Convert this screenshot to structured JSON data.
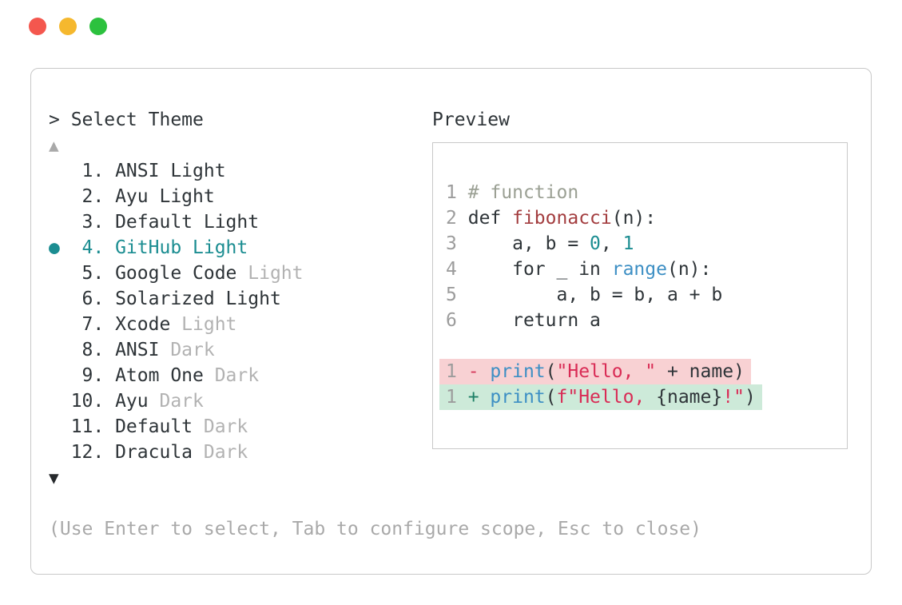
{
  "window": {
    "traffic_lights": [
      {
        "name": "close",
        "color": "#f4574e"
      },
      {
        "name": "minimize",
        "color": "#f5b82e"
      },
      {
        "name": "zoom",
        "color": "#2cc13e"
      }
    ]
  },
  "theme_picker": {
    "prompt": "> Select Theme",
    "scroll_up_icon": "▲",
    "scroll_down_icon": "▼",
    "selected_bullet_icon": "●",
    "items": [
      {
        "number": 1,
        "name": "ANSI Light",
        "suffix": "",
        "selected": false
      },
      {
        "number": 2,
        "name": "Ayu Light",
        "suffix": "",
        "selected": false
      },
      {
        "number": 3,
        "name": "Default Light",
        "suffix": "",
        "selected": false
      },
      {
        "number": 4,
        "name": "GitHub Light",
        "suffix": "",
        "selected": true
      },
      {
        "number": 5,
        "name": "Google Code",
        "suffix": "Light",
        "selected": false
      },
      {
        "number": 6,
        "name": "Solarized Light",
        "suffix": "",
        "selected": false
      },
      {
        "number": 7,
        "name": "Xcode",
        "suffix": "Light",
        "selected": false
      },
      {
        "number": 8,
        "name": "ANSI",
        "suffix": "Dark",
        "selected": false
      },
      {
        "number": 9,
        "name": "Atom One",
        "suffix": "Dark",
        "selected": false
      },
      {
        "number": 10,
        "name": "Ayu",
        "suffix": "Dark",
        "selected": false
      },
      {
        "number": 11,
        "name": "Default",
        "suffix": "Dark",
        "selected": false
      },
      {
        "number": 12,
        "name": "Dracula",
        "suffix": "Dark",
        "selected": false
      }
    ],
    "hint": "(Use Enter to select, Tab to configure scope, Esc to close)"
  },
  "preview": {
    "title": "Preview",
    "code_lines": [
      {
        "num": "1",
        "diff": null,
        "sign": null,
        "tokens": [
          [
            "comment",
            "# function"
          ]
        ]
      },
      {
        "num": "2",
        "diff": null,
        "sign": null,
        "tokens": [
          [
            "text",
            "def "
          ],
          [
            "funcname",
            "fibonacci"
          ],
          [
            "text",
            "(n):"
          ]
        ]
      },
      {
        "num": "3",
        "diff": null,
        "sign": null,
        "tokens": [
          [
            "text",
            "    a, b = "
          ],
          [
            "number",
            "0"
          ],
          [
            "text",
            ", "
          ],
          [
            "number",
            "1"
          ]
        ]
      },
      {
        "num": "4",
        "diff": null,
        "sign": null,
        "tokens": [
          [
            "text",
            "    for _ in "
          ],
          [
            "builtin",
            "range"
          ],
          [
            "text",
            "(n):"
          ]
        ]
      },
      {
        "num": "5",
        "diff": null,
        "sign": null,
        "tokens": [
          [
            "text",
            "        a, b = b, a + b"
          ]
        ]
      },
      {
        "num": "6",
        "diff": null,
        "sign": null,
        "tokens": [
          [
            "text",
            "    return a"
          ]
        ]
      },
      {
        "num": "",
        "diff": null,
        "sign": null,
        "tokens": []
      },
      {
        "num": "1",
        "diff": "removed",
        "sign": "-",
        "tokens": [
          [
            "builtin",
            "print"
          ],
          [
            "text",
            "("
          ],
          [
            "string",
            "\"Hello, \""
          ],
          [
            "text",
            " + name)"
          ]
        ]
      },
      {
        "num": "1",
        "diff": "added",
        "sign": "+",
        "tokens": [
          [
            "builtin",
            "print"
          ],
          [
            "text",
            "("
          ],
          [
            "string",
            "f\"Hello, "
          ],
          [
            "text",
            "{name}"
          ],
          [
            "string",
            "!\""
          ],
          [
            "text",
            ")"
          ]
        ]
      }
    ]
  },
  "colors": {
    "selected_teal": "#1b8d91",
    "text_dark": "#2e3438",
    "muted_gray": "#b2b2b2",
    "hint_gray": "#a9a9a9",
    "line_number_gray": "#9c9c9c",
    "comment_green": "#9ba094",
    "function_red": "#a33d3f",
    "string_crimson": "#d92b55",
    "builtin_blue": "#3d8fc4",
    "number_teal": "#1b8d91",
    "diff_minus_red": "#d63a5c",
    "diff_plus_green": "#1e8066",
    "removed_bg": "#f8d1d3",
    "added_bg": "#cdead9",
    "panel_border": "#c8c8c8"
  }
}
